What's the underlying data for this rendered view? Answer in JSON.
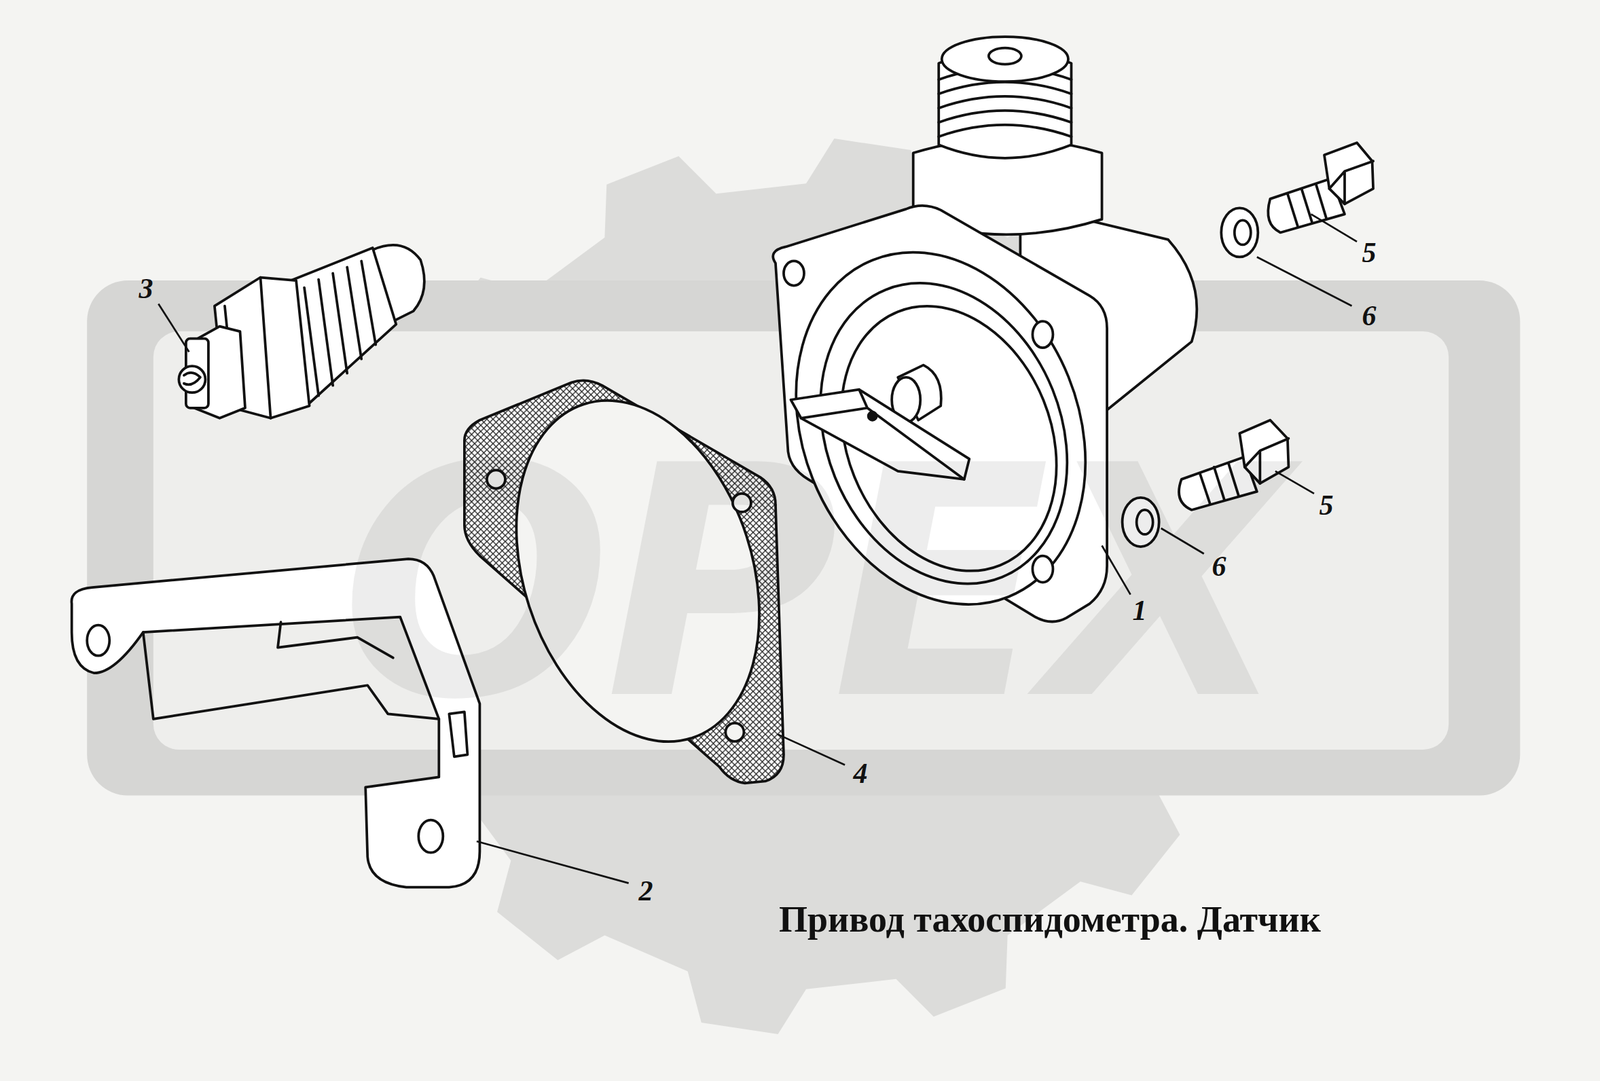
{
  "diagram": {
    "title": "Привод тахоспидометра. Датчик",
    "labels": [
      "3",
      "5",
      "6",
      "5",
      "6",
      "1",
      "4",
      "2",
      "ОРЕХ"
    ]
  }
}
